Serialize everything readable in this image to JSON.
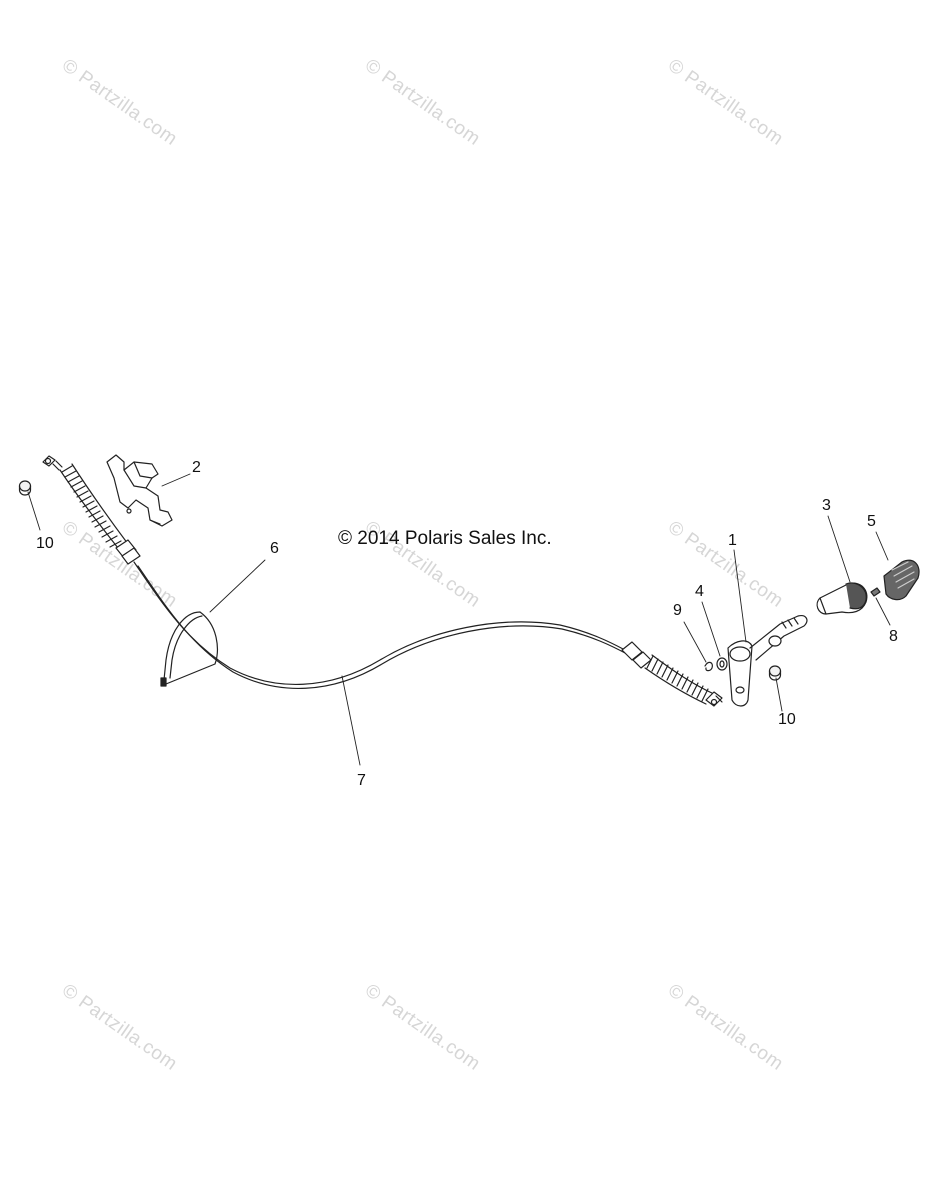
{
  "copyright": "© 2014 Polaris Sales Inc.",
  "watermark": {
    "text": "© Partzilla.com",
    "color": "#d6d6d6"
  },
  "callouts": {
    "c1": "1",
    "c2": "2",
    "c3": "3",
    "c4": "4",
    "c5": "5",
    "c6": "6",
    "c7": "7",
    "c8": "8",
    "c9": "9",
    "c10a": "10",
    "c10b": "10"
  }
}
